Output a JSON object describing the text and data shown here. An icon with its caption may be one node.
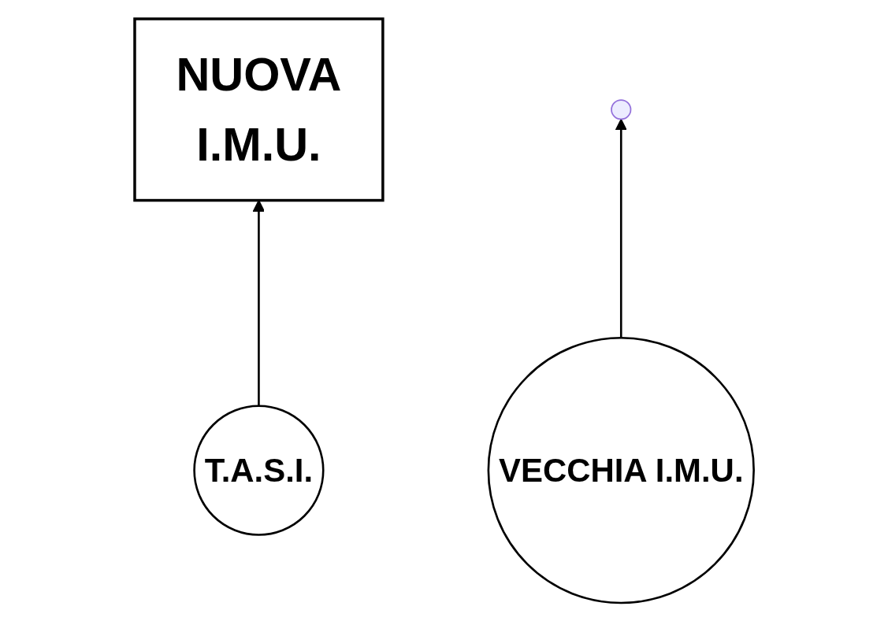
{
  "diagram": {
    "nodes": [
      {
        "text": [
          "NUOVA",
          "I.M.U."
        ]
      },
      {
        "text": [
          "T.A.S.I."
        ]
      },
      {
        "text": [
          "VECCHIA I.M.U."
        ]
      }
    ],
    "edges": [
      {
        "from": 1,
        "to": 0,
        "arrow": "to"
      },
      {
        "from": 2,
        "to": null,
        "arrow": "to"
      }
    ]
  }
}
